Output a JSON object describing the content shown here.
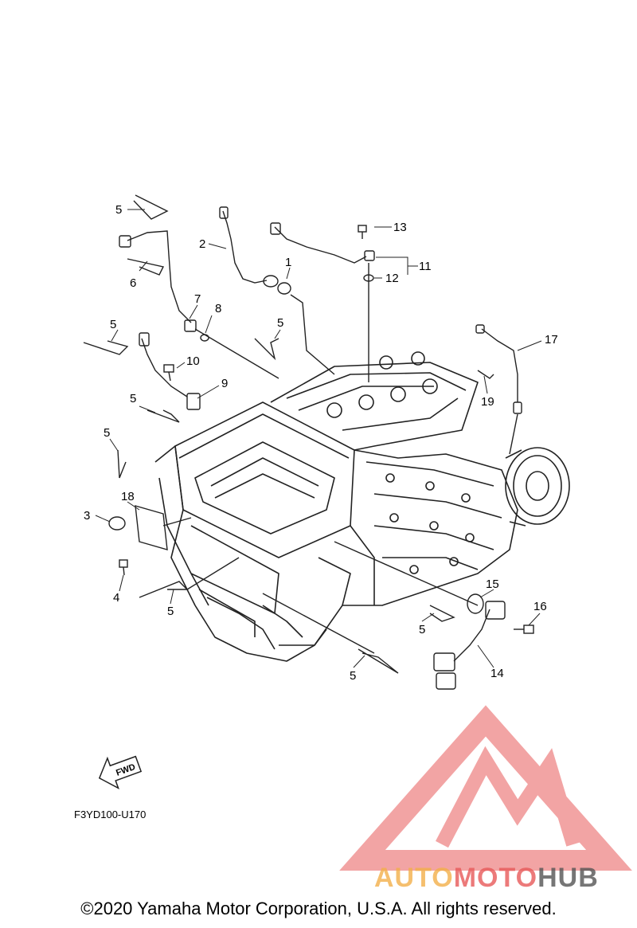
{
  "callouts": [
    "1",
    "2",
    "3",
    "4",
    "5",
    "6",
    "7",
    "8",
    "9",
    "10",
    "11",
    "12",
    "13",
    "14",
    "15",
    "16",
    "17",
    "18",
    "19"
  ],
  "fwd_label": "FWD",
  "diagram_code": "F3YD100-U170",
  "watermark": {
    "part1": "AUTO",
    "part2": "MOTO",
    "part3": "HUB"
  },
  "copyright": "©2020 Yamaha Motor Corporation, U.S.A. All rights reserved.",
  "colors": {
    "line": "#222222",
    "watermark_red": "#e85a5a",
    "watermark_orange": "#f3b04a",
    "watermark_gray": "#555555"
  }
}
